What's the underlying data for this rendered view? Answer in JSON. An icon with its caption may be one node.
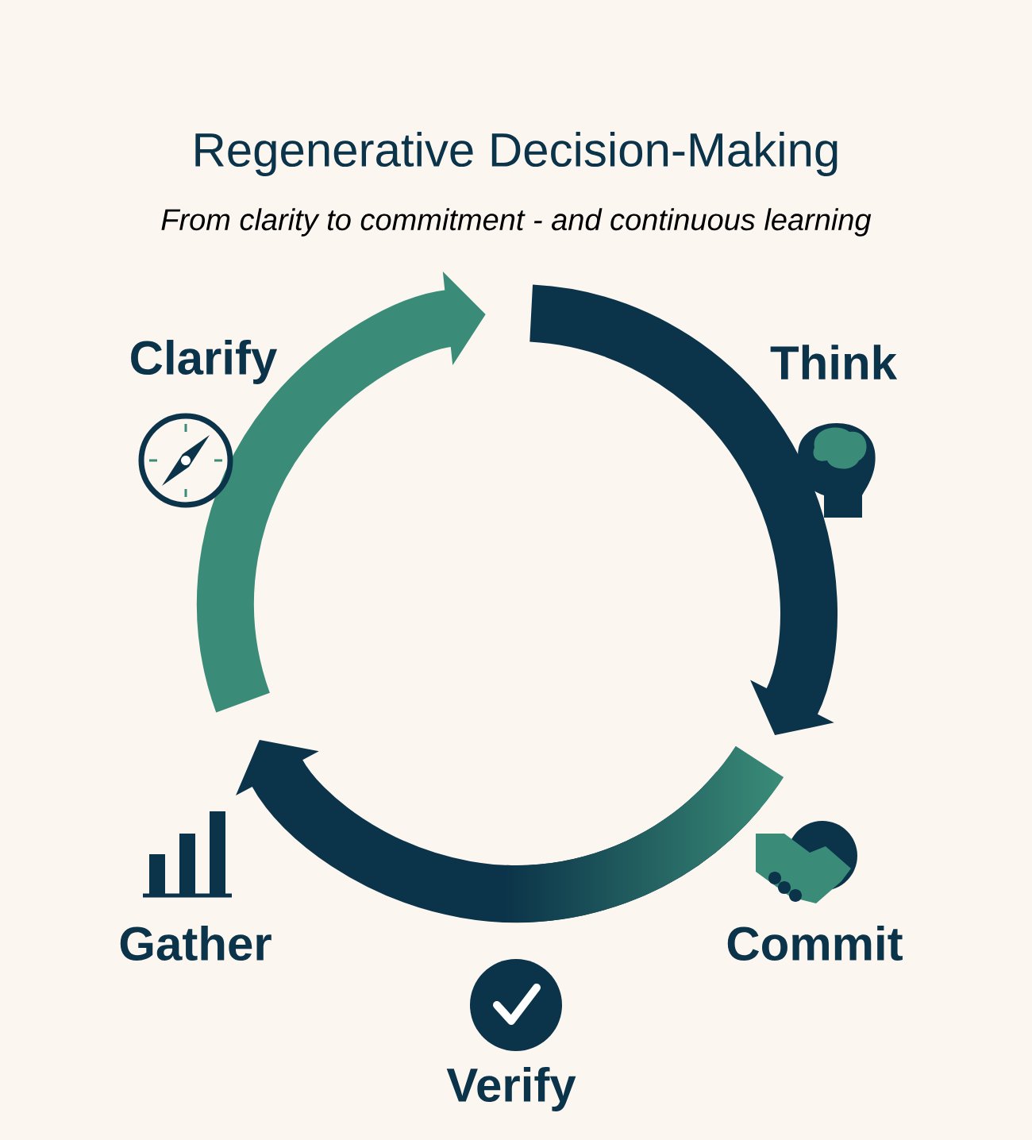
{
  "diagram": {
    "title": "Regenerative Decision-Making",
    "nodes": [
      {
        "text": [
          "Clarify"
        ]
      },
      {
        "text": [
          "Think"
        ]
      },
      {
        "text": [
          "Commit"
        ]
      },
      {
        "text": [
          "Verify"
        ]
      },
      {
        "text": [
          "Gather"
        ]
      }
    ],
    "labels": [
      "From clarity to commitment - and continuous learning"
    ]
  }
}
